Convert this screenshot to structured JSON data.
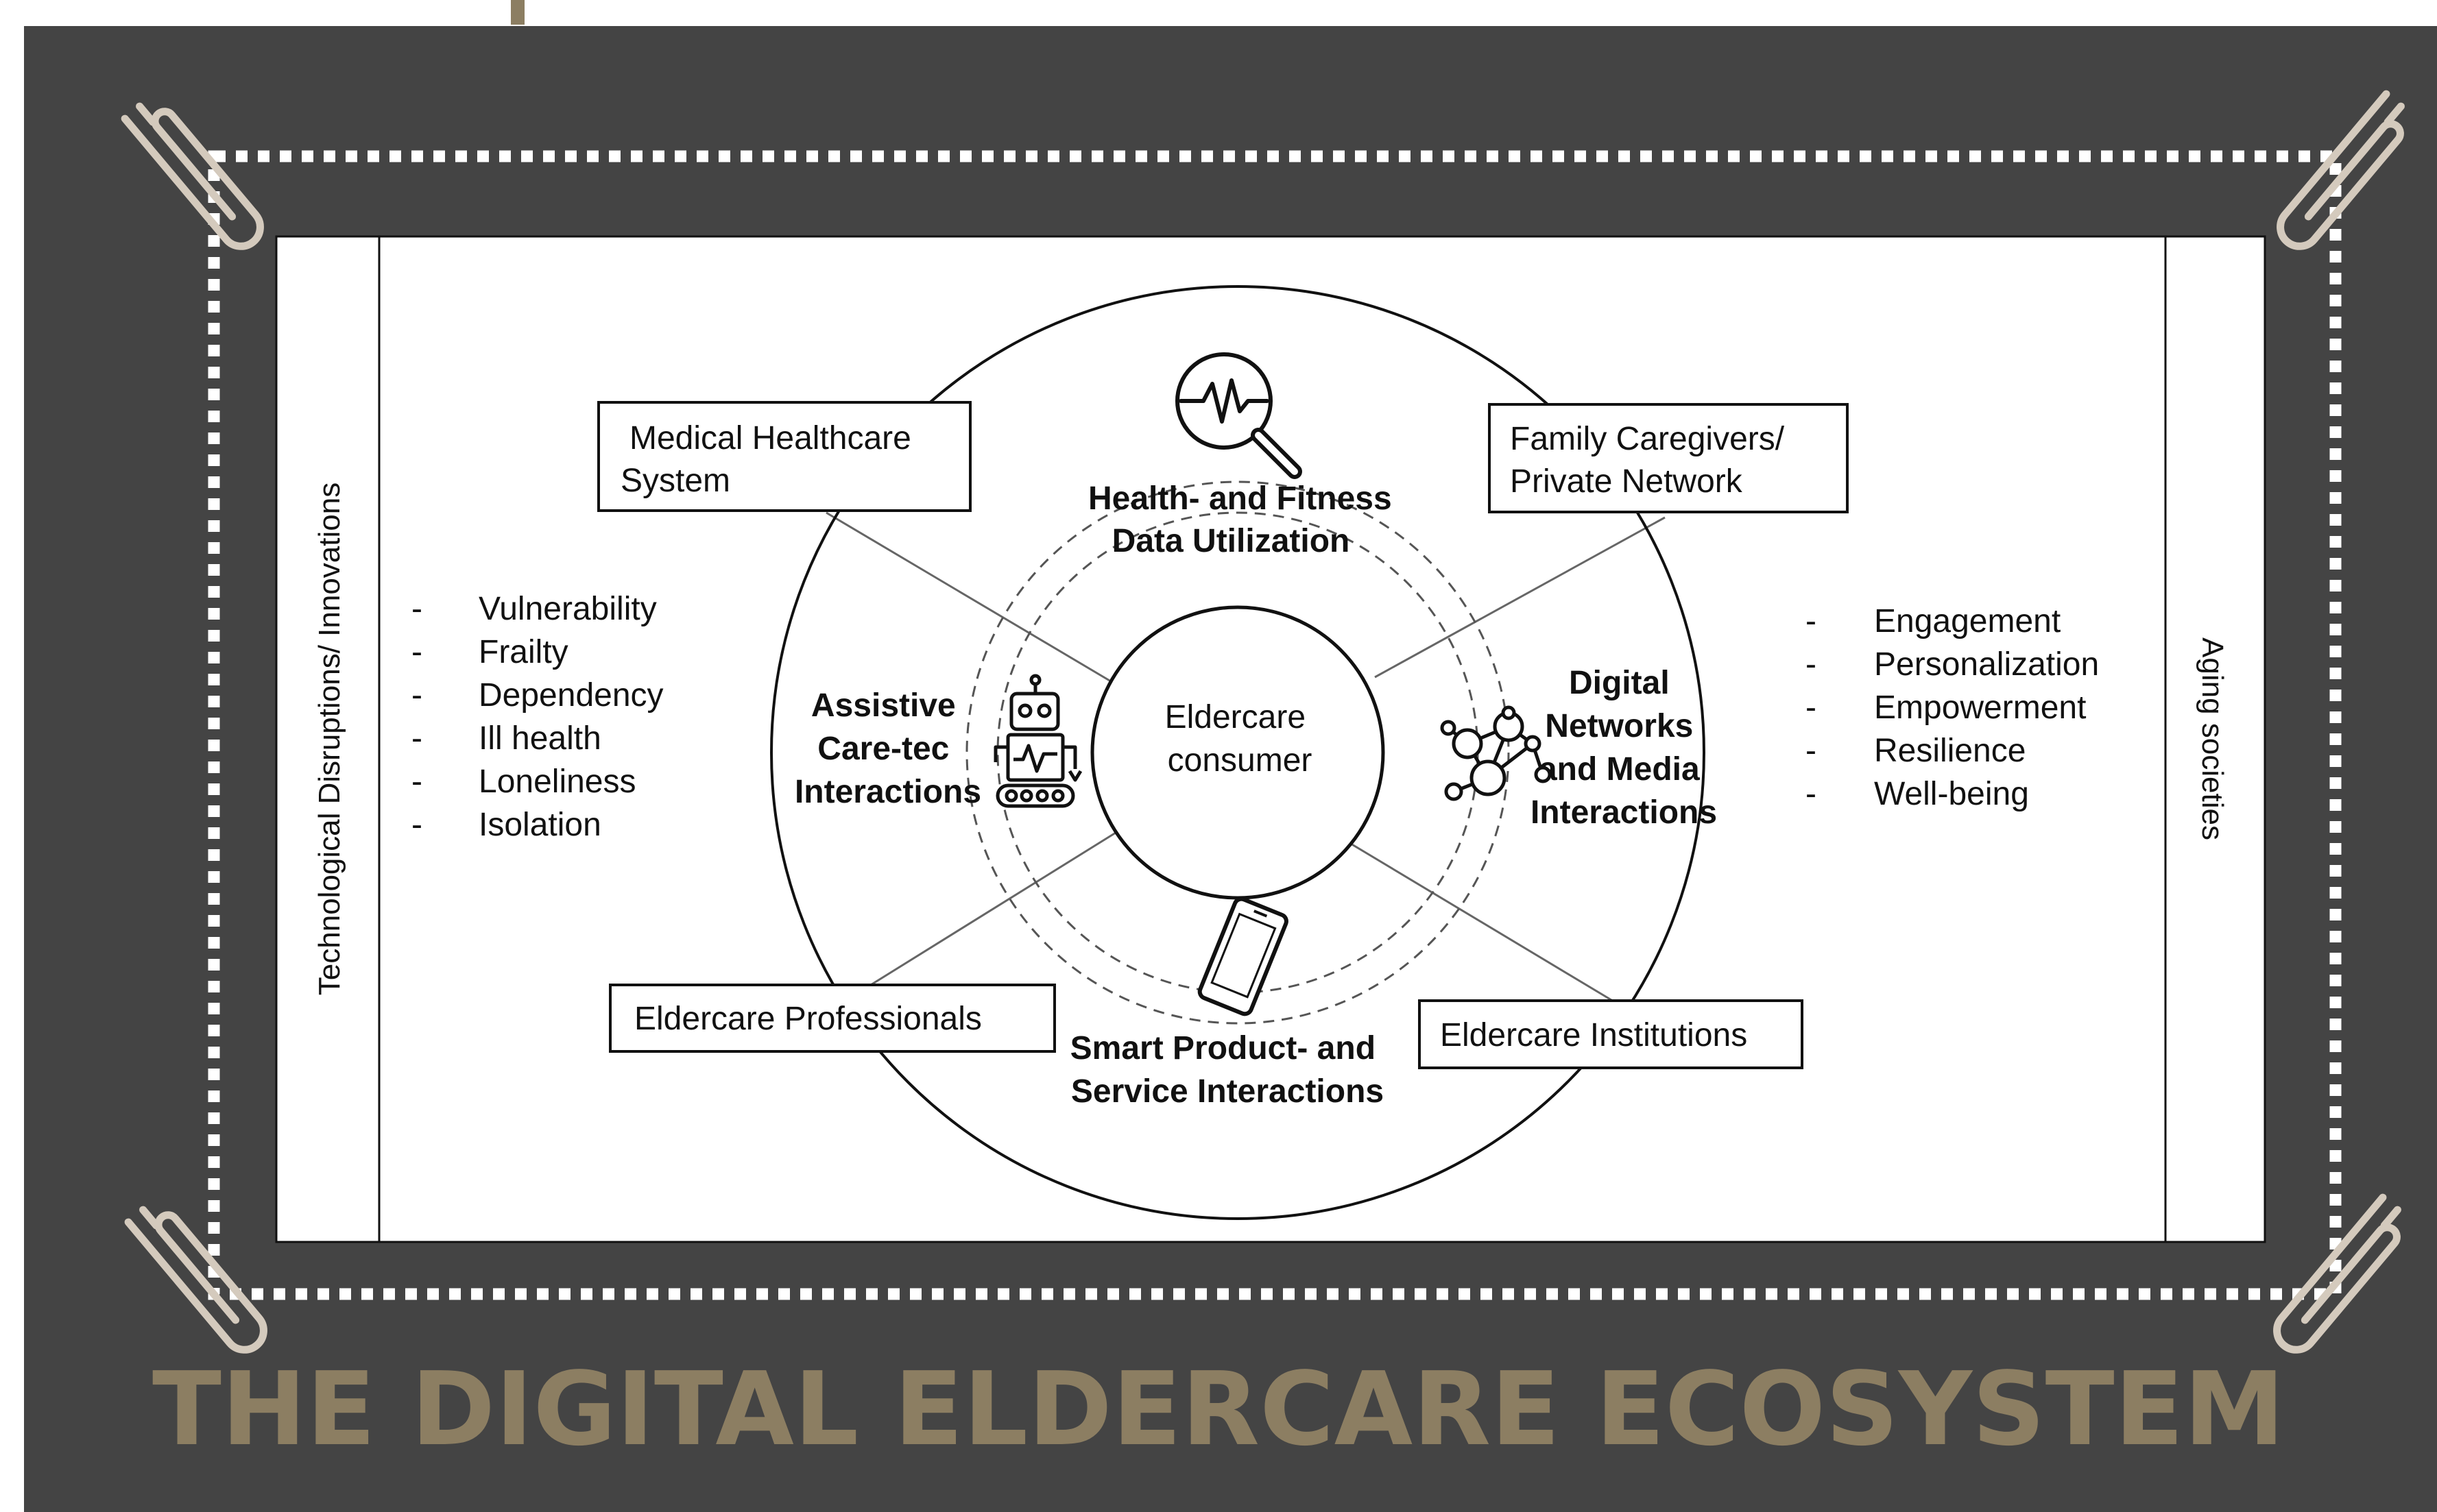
{
  "title": "THE DIGITAL ELDERCARE ECOSYSTEM",
  "colors": {
    "background": "#444444",
    "accent": "#8c7e62",
    "paperclip": "#d4cabd",
    "dotted_border": "#ffffff",
    "diagram_line": "#111111"
  },
  "diagram": {
    "left_side_label": "Technological Disruptions/ Innovations",
    "right_side_label": "Aging societies",
    "center_label": [
      "Eldercare",
      "consumer"
    ],
    "stakeholders": {
      "medical": [
        "Medical Healthcare",
        "System"
      ],
      "family": [
        "Family Caregivers/",
        "Private Network"
      ],
      "professionals": [
        "Eldercare Professionals"
      ],
      "institutions": [
        "Eldercare Institutions"
      ]
    },
    "interactions": {
      "health": [
        "Health- and Fitness",
        "Data Utilization"
      ],
      "assistive": [
        "Assistive",
        "Care-tec",
        "Interactions"
      ],
      "digital": [
        "Digital",
        "Networks",
        "and Media",
        "Interactions"
      ],
      "smart": [
        "Smart Product- and",
        "Service Interactions"
      ]
    },
    "challenges": [
      "Vulnerability",
      "Frailty",
      "Dependency",
      "Ill health",
      "Loneliness",
      "Isolation"
    ],
    "outcomes": [
      "Engagement",
      "Personalization",
      "Empowerment",
      "Resilience",
      "Well-being"
    ],
    "bullet_char": "-"
  },
  "icons": [
    "paperclip-icon",
    "health-monitor-icon",
    "robot-icon",
    "network-icon",
    "smartphone-icon"
  ]
}
